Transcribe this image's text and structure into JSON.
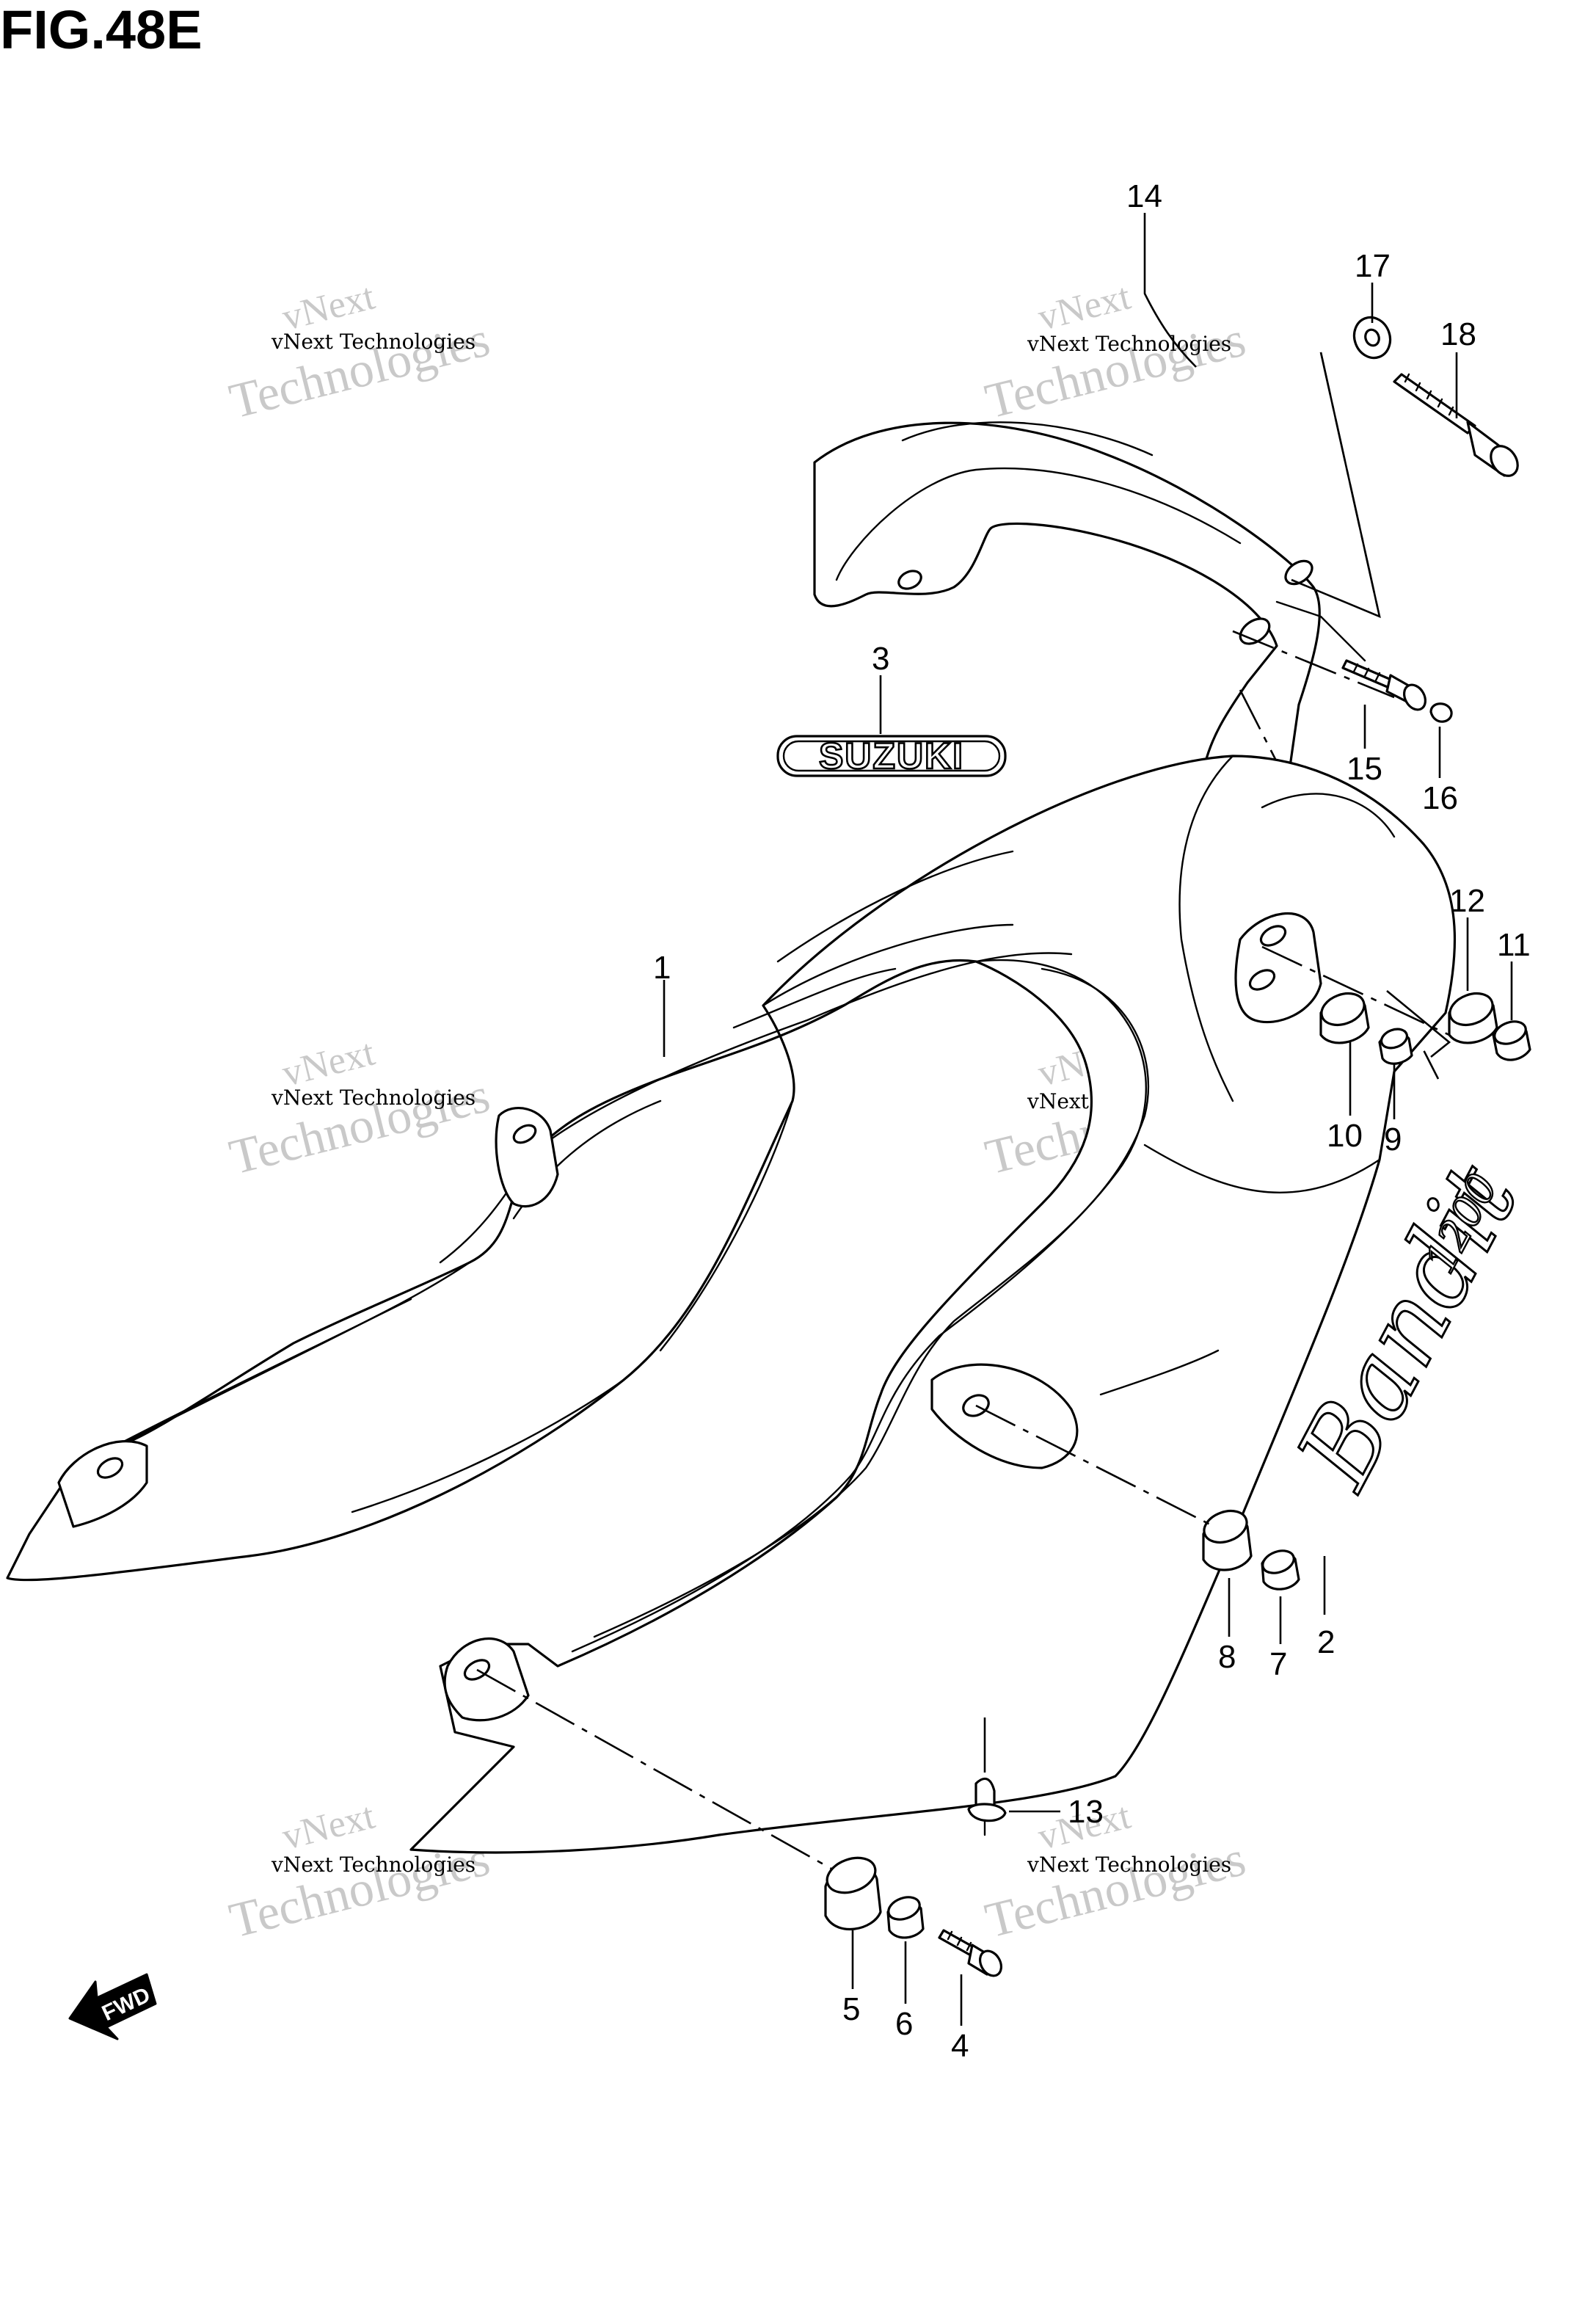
{
  "figure": {
    "title": "FIG.48E"
  },
  "callouts": [
    "1",
    "2",
    "3",
    "4",
    "5",
    "6",
    "7",
    "8",
    "9",
    "10",
    "11",
    "12",
    "13",
    "14",
    "15",
    "16",
    "17",
    "18"
  ],
  "decals": {
    "brand_text": "SUZUKI",
    "model_script": "Bandit",
    "model_number": "1200"
  },
  "direction_marker": {
    "label": "FWD"
  },
  "watermark": {
    "line1": "vNext",
    "line2": "Technologies",
    "small": "vNext Technologies"
  }
}
